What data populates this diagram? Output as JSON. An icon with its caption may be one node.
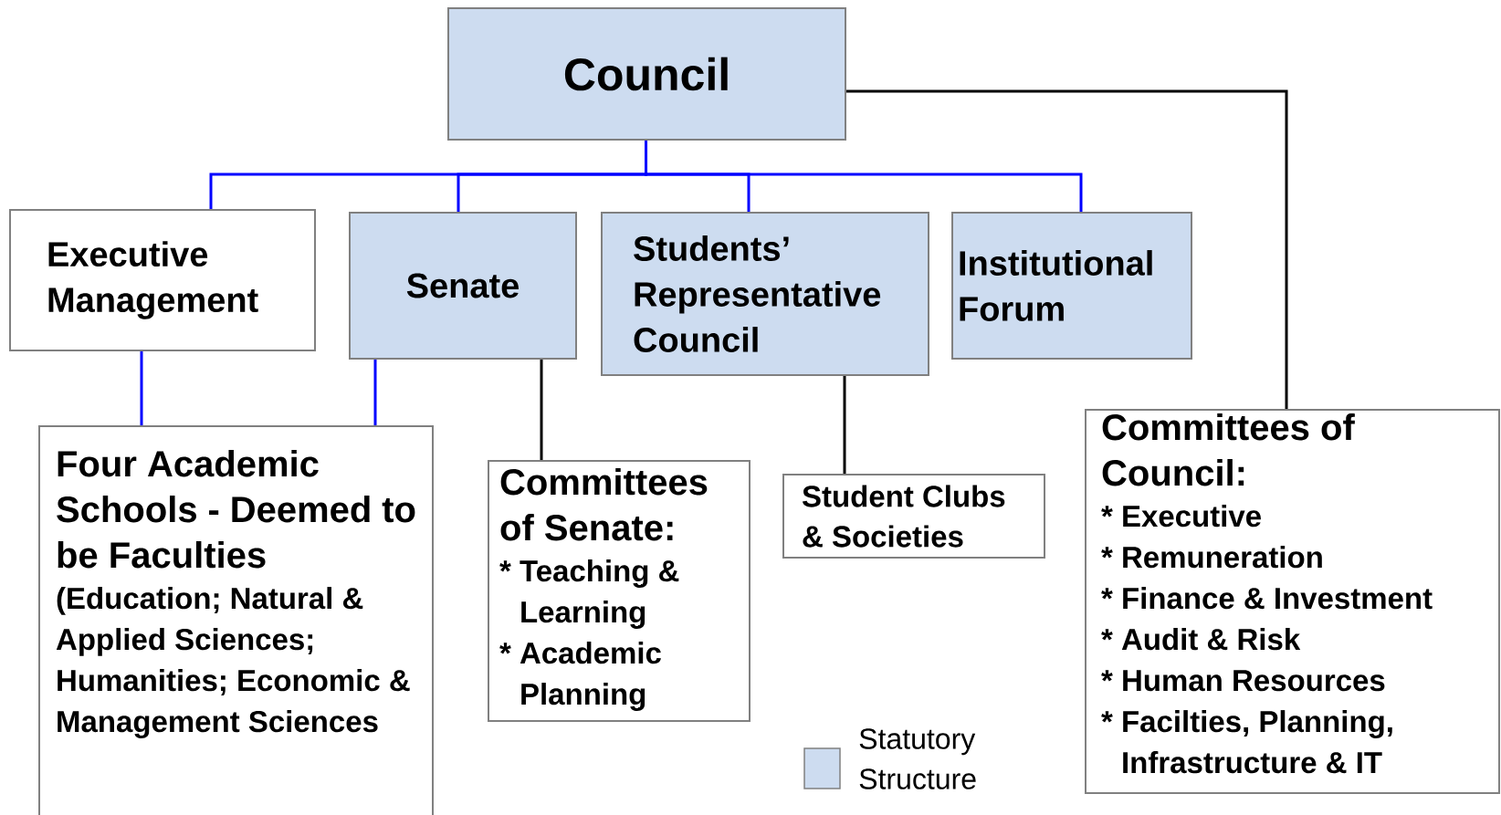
{
  "diagram": {
    "nodes": [
      {
        "text": [
          "Council"
        ]
      },
      {
        "text": [
          "Executive Management"
        ]
      },
      {
        "text": [
          "Senate"
        ]
      },
      {
        "text": [
          "Students’ Representative Council"
        ]
      },
      {
        "text": [
          "Institutional Forum"
        ]
      },
      {
        "text": [
          "Four Academic Schools - Deemed to be Faculties",
          "(Education; Natural & Applied Sciences; Humanities; Economic & Management Sciences"
        ]
      },
      {
        "text": [
          "Committees of Senate:",
          "* Teaching & Learning",
          "* Academic Planning"
        ]
      },
      {
        "text": [
          "Student Clubs & Societies"
        ]
      },
      {
        "text": [
          "Committees of Council:",
          "* Executive",
          "* Remuneration",
          "* Finance & Investment",
          "* Audit & Risk",
          "* Human Resources",
          "* Facilties, Planning, Infrastructure & IT"
        ]
      }
    ],
    "edges": [
      {
        "from": 0,
        "to": 1,
        "arrow": "none",
        "color": "#0000ff"
      },
      {
        "from": 0,
        "to": 2,
        "arrow": "none",
        "color": "#0000ff"
      },
      {
        "from": 0,
        "to": 3,
        "arrow": "none",
        "color": "#0000ff"
      },
      {
        "from": 0,
        "to": 4,
        "arrow": "none",
        "color": "#0000ff"
      },
      {
        "from": 0,
        "to": 8,
        "arrow": "none",
        "color": "#000000"
      },
      {
        "from": 1,
        "to": 5,
        "arrow": "none",
        "color": "#0000ff"
      },
      {
        "from": 2,
        "to": 5,
        "arrow": "none",
        "color": "#0000ff"
      },
      {
        "from": 2,
        "to": 6,
        "arrow": "none",
        "color": "#000000"
      },
      {
        "from": 3,
        "to": 7,
        "arrow": "none",
        "color": "#000000"
      }
    ],
    "legend": [
      {
        "text": "Statutory Structure",
        "color": "#cddcf0"
      }
    ]
  }
}
